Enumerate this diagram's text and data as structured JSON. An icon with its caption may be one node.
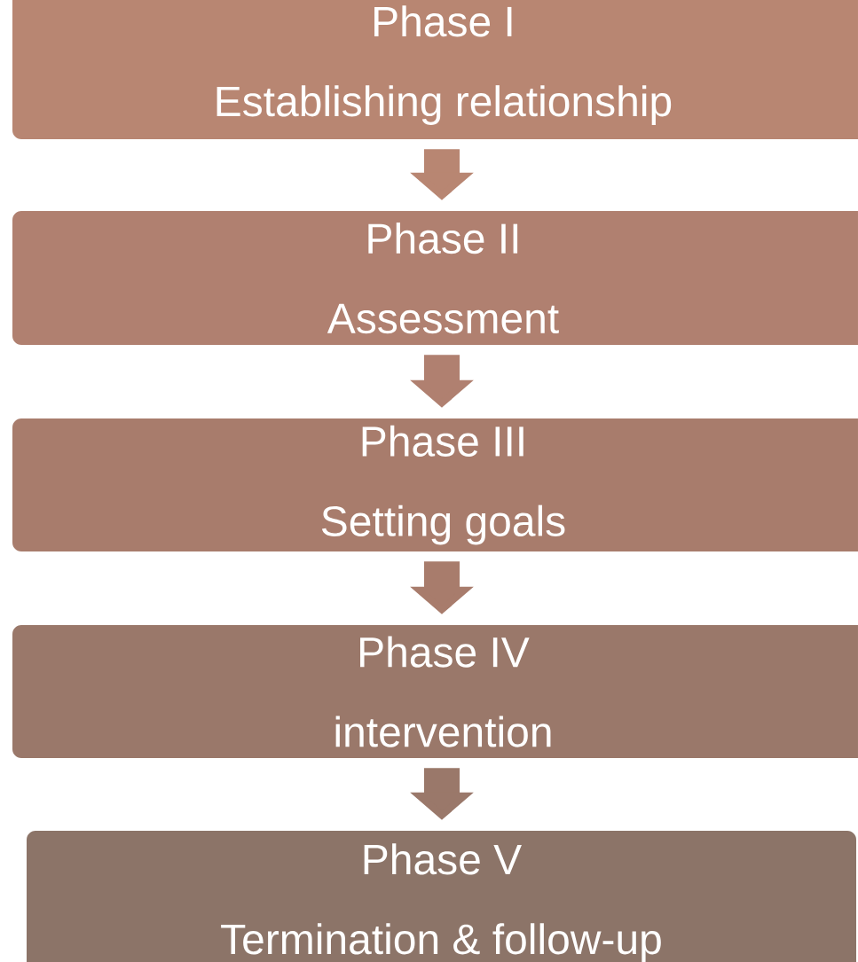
{
  "diagram": {
    "nodes": [
      {
        "text": [
          "Phase I",
          "Establishing relationship"
        ]
      },
      {
        "text": [
          "Phase II",
          "Assessment"
        ]
      },
      {
        "text": [
          "Phase III",
          "Setting goals"
        ]
      },
      {
        "text": [
          "Phase IV",
          "intervention"
        ]
      },
      {
        "text": [
          "Phase V",
          "Termination & follow-up"
        ]
      }
    ],
    "edges": [
      {
        "from": 0,
        "to": 1,
        "arrow": "to"
      },
      {
        "from": 1,
        "to": 2,
        "arrow": "to"
      },
      {
        "from": 2,
        "to": 3,
        "arrow": "to"
      },
      {
        "from": 3,
        "to": 4,
        "arrow": "to"
      }
    ]
  }
}
